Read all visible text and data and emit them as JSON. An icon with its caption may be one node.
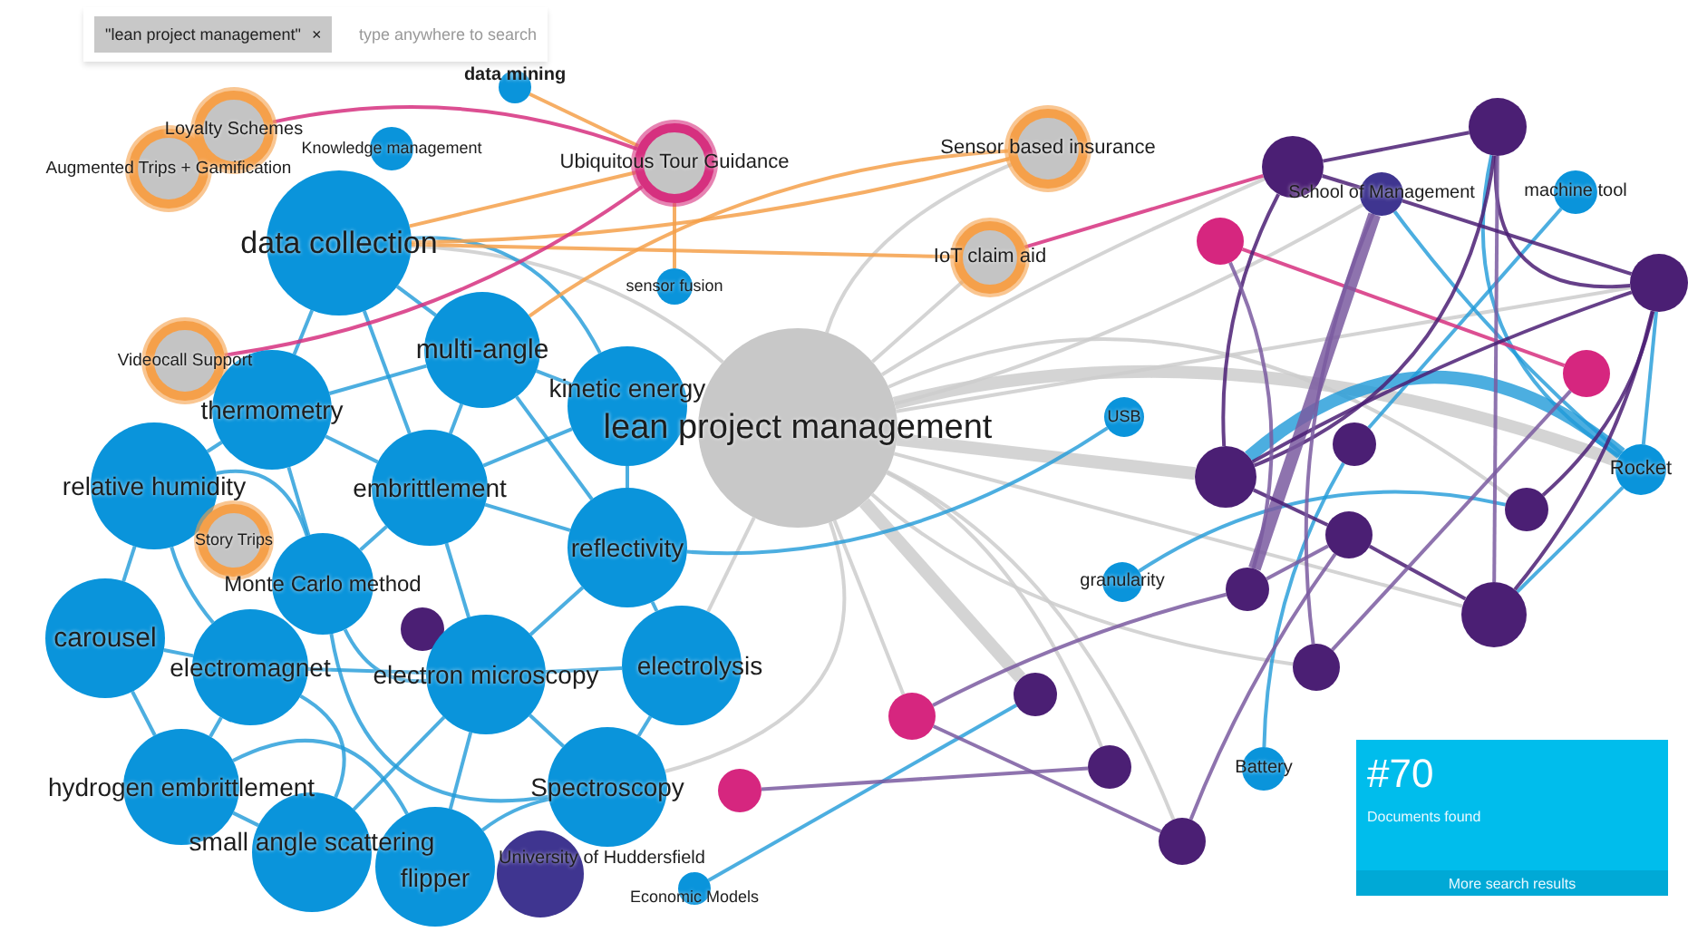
{
  "diagram": {
    "nodes": [
      {
        "text": [
          "data mining"
        ]
      },
      {
        "text": [
          "Loyalty Schemes"
        ]
      },
      {
        "text": [
          "Augmented Trips + Gamification"
        ]
      },
      {
        "text": [
          "Knowledge management"
        ]
      },
      {
        "text": [
          "Ubiquitous Tour Guidance"
        ]
      },
      {
        "text": [
          "Sensor based insurance"
        ]
      },
      {
        "text": [
          "data collection"
        ]
      },
      {
        "text": [
          "IoT claim aid"
        ]
      },
      {
        "text": [
          "sensor fusion"
        ]
      },
      {
        "text": [
          "Videocall Support"
        ]
      },
      {
        "text": [
          "multi-angle"
        ]
      },
      {
        "text": [
          "thermometry"
        ]
      },
      {
        "text": [
          "kinetic energy"
        ]
      },
      {
        "text": [
          "lean project management"
        ]
      },
      {
        "text": [
          "USB"
        ]
      },
      {
        "text": [
          "relative humidity"
        ]
      },
      {
        "text": [
          "embrittlement"
        ]
      },
      {
        "text": [
          "reflectivity"
        ]
      },
      {
        "text": [
          "Story Trips"
        ]
      },
      {
        "text": [
          "Monte Carlo method"
        ]
      },
      {
        "text": [],
        "shape": "circle"
      },
      {
        "text": [
          "carousel"
        ]
      },
      {
        "text": [
          "electromagnet"
        ]
      },
      {
        "text": [
          "electron microscopy"
        ]
      },
      {
        "text": [
          "electrolysis"
        ]
      },
      {
        "text": [
          "hydrogen embrittlement"
        ]
      },
      {
        "text": [
          "Spectroscopy"
        ]
      },
      {
        "text": [],
        "shape": "circle"
      },
      {
        "text": [
          "small angle scattering"
        ]
      },
      {
        "text": [
          "flipper"
        ]
      },
      {
        "text": [
          "University of Huddersfield"
        ]
      },
      {
        "text": [
          "Economic Models"
        ]
      },
      {
        "text": [],
        "shape": "circle"
      },
      {
        "text": [],
        "shape": "circle"
      },
      {
        "text": [
          "School of Management"
        ]
      },
      {
        "text": [
          "machine tool"
        ]
      },
      {
        "text": [],
        "shape": "circle"
      },
      {
        "text": [],
        "shape": "circle"
      },
      {
        "text": [],
        "shape": "circle"
      },
      {
        "text": [],
        "shape": "circle"
      },
      {
        "text": [],
        "shape": "circle"
      },
      {
        "text": [
          "Rocket"
        ]
      },
      {
        "text": [],
        "shape": "circle"
      },
      {
        "text": [],
        "shape": "circle"
      },
      {
        "text": [
          "granularity"
        ]
      },
      {
        "text": [],
        "shape": "circle"
      },
      {
        "text": [],
        "shape": "circle"
      },
      {
        "text": [],
        "shape": "circle"
      },
      {
        "text": [],
        "shape": "circle"
      },
      {
        "text": [],
        "shape": "circle"
      },
      {
        "text": [],
        "shape": "circle"
      },
      {
        "text": [
          "Battery"
        ]
      },
      {
        "text": [],
        "shape": "circle"
      }
    ],
    "edges": [
      {
        "from": 13,
        "to": 6,
        "arrow": "none",
        "color": "#cccccc"
      },
      {
        "from": 13,
        "to": 5,
        "arrow": "none",
        "color": "#cccccc"
      },
      {
        "from": 13,
        "to": 7,
        "arrow": "none",
        "color": "#cccccc"
      },
      {
        "from": 13,
        "to": 32,
        "arrow": "none",
        "color": "#cccccc"
      },
      {
        "from": 13,
        "to": 34,
        "arrow": "none",
        "color": "#cccccc"
      },
      {
        "from": 13,
        "to": 37,
        "arrow": "none",
        "color": "#cccccc"
      },
      {
        "from": 13,
        "to": 40,
        "arrow": "none",
        "color": "#cccccc",
        "style": "thick"
      },
      {
        "from": 13,
        "to": 41,
        "arrow": "none",
        "color": "#cccccc",
        "style": "thick"
      },
      {
        "from": 13,
        "to": 42,
        "arrow": "none",
        "color": "#cccccc"
      },
      {
        "from": 13,
        "to": 46,
        "arrow": "none",
        "color": "#cccccc"
      },
      {
        "from": 13,
        "to": 47,
        "arrow": "none",
        "color": "#cccccc"
      },
      {
        "from": 13,
        "to": 49,
        "arrow": "none",
        "color": "#cccccc",
        "style": "thick"
      },
      {
        "from": 13,
        "to": 50,
        "arrow": "none",
        "color": "#cccccc"
      },
      {
        "from": 13,
        "to": 52,
        "arrow": "none",
        "color": "#cccccc"
      },
      {
        "from": 13,
        "to": 48,
        "arrow": "none",
        "color": "#cccccc"
      },
      {
        "from": 13,
        "to": 26,
        "arrow": "none",
        "color": "#cccccc"
      },
      {
        "from": 13,
        "to": 24,
        "arrow": "none",
        "color": "#cccccc"
      },
      {
        "from": 6,
        "to": 10,
        "arrow": "none"
      },
      {
        "from": 6,
        "to": 11,
        "arrow": "none"
      },
      {
        "from": 6,
        "to": 16,
        "arrow": "none"
      },
      {
        "from": 6,
        "to": 12,
        "arrow": "none"
      },
      {
        "from": 10,
        "to": 11,
        "arrow": "none"
      },
      {
        "from": 10,
        "to": 12,
        "arrow": "none"
      },
      {
        "from": 10,
        "to": 16,
        "arrow": "none"
      },
      {
        "from": 10,
        "to": 17,
        "arrow": "none"
      },
      {
        "from": 11,
        "to": 15,
        "arrow": "none"
      },
      {
        "from": 11,
        "to": 16,
        "arrow": "none"
      },
      {
        "from": 11,
        "to": 19,
        "arrow": "none"
      },
      {
        "from": 12,
        "to": 16,
        "arrow": "none"
      },
      {
        "from": 12,
        "to": 17,
        "arrow": "none"
      },
      {
        "from": 15,
        "to": 21,
        "arrow": "none"
      },
      {
        "from": 15,
        "to": 22,
        "arrow": "none"
      },
      {
        "from": 15,
        "to": 19,
        "arrow": "none"
      },
      {
        "from": 16,
        "to": 17,
        "arrow": "none"
      },
      {
        "from": 16,
        "to": 19,
        "arrow": "none"
      },
      {
        "from": 16,
        "to": 23,
        "arrow": "none"
      },
      {
        "from": 17,
        "to": 23,
        "arrow": "none"
      },
      {
        "from": 17,
        "to": 24,
        "arrow": "none"
      },
      {
        "from": 19,
        "to": 23,
        "arrow": "none"
      },
      {
        "from": 19,
        "to": 26,
        "arrow": "none"
      },
      {
        "from": 21,
        "to": 22,
        "arrow": "none"
      },
      {
        "from": 21,
        "to": 25,
        "arrow": "none"
      },
      {
        "from": 22,
        "to": 25,
        "arrow": "none"
      },
      {
        "from": 22,
        "to": 23,
        "arrow": "none"
      },
      {
        "from": 22,
        "to": 28,
        "arrow": "none"
      },
      {
        "from": 23,
        "to": 24,
        "arrow": "none"
      },
      {
        "from": 23,
        "to": 26,
        "arrow": "none"
      },
      {
        "from": 23,
        "to": 29,
        "arrow": "none"
      },
      {
        "from": 23,
        "to": 28,
        "arrow": "none"
      },
      {
        "from": 24,
        "to": 26,
        "arrow": "none"
      },
      {
        "from": 26,
        "to": 29,
        "arrow": "none"
      },
      {
        "from": 25,
        "to": 28,
        "arrow": "none"
      },
      {
        "from": 25,
        "to": 29,
        "arrow": "none"
      },
      {
        "from": 14,
        "to": 17,
        "arrow": "none"
      },
      {
        "from": 44,
        "to": 42,
        "arrow": "none"
      },
      {
        "from": 40,
        "to": 41,
        "arrow": "none",
        "style": "thick"
      },
      {
        "from": 35,
        "to": 39,
        "arrow": "none"
      },
      {
        "from": 34,
        "to": 41,
        "arrow": "none"
      },
      {
        "from": 33,
        "to": 41,
        "arrow": "none"
      },
      {
        "from": 41,
        "to": 46,
        "arrow": "none"
      },
      {
        "from": 37,
        "to": 41,
        "arrow": "none"
      },
      {
        "from": 51,
        "to": 39,
        "arrow": "none"
      },
      {
        "from": 31,
        "to": 49,
        "arrow": "none"
      },
      {
        "from": 4,
        "to": 6,
        "arrow": "none",
        "color": "#f5a04a"
      },
      {
        "from": 4,
        "to": 8,
        "arrow": "none",
        "color": "#f5a04a"
      },
      {
        "from": 5,
        "to": 6,
        "arrow": "none",
        "color": "#f5a04a"
      },
      {
        "from": 7,
        "to": 6,
        "arrow": "none",
        "color": "#f5a04a"
      },
      {
        "from": 5,
        "to": 10,
        "arrow": "none",
        "color": "#f5a04a"
      },
      {
        "from": 0,
        "to": 4,
        "arrow": "none",
        "color": "#f5a04a"
      },
      {
        "from": 1,
        "to": 4,
        "arrow": "none",
        "color": "#d6307f"
      },
      {
        "from": 9,
        "to": 4,
        "arrow": "none",
        "color": "#d6307f"
      },
      {
        "from": 7,
        "to": 32,
        "arrow": "none",
        "color": "#d6307f"
      },
      {
        "from": 36,
        "to": 38,
        "arrow": "none",
        "color": "#d6307f"
      },
      {
        "from": 32,
        "to": 33,
        "arrow": "none",
        "color": "#4b1f74"
      },
      {
        "from": 32,
        "to": 34,
        "arrow": "none",
        "color": "#4b1f74"
      },
      {
        "from": 32,
        "to": 40,
        "arrow": "none",
        "color": "#4b1f74"
      },
      {
        "from": 33,
        "to": 40,
        "arrow": "none",
        "color": "#4b1f74"
      },
      {
        "from": 33,
        "to": 37,
        "arrow": "none",
        "color": "#4b1f74"
      },
      {
        "from": 33,
        "to": 46,
        "arrow": "none",
        "color": "#7a5aa0"
      },
      {
        "from": 34,
        "to": 37,
        "arrow": "none",
        "color": "#4b1f74"
      },
      {
        "from": 34,
        "to": 45,
        "arrow": "none",
        "color": "#7a5aa0",
        "style": "thick"
      },
      {
        "from": 37,
        "to": 40,
        "arrow": "none",
        "color": "#4b1f74"
      },
      {
        "from": 37,
        "to": 46,
        "arrow": "none",
        "color": "#4b1f74"
      },
      {
        "from": 40,
        "to": 43,
        "arrow": "none",
        "color": "#4b1f74"
      },
      {
        "from": 43,
        "to": 46,
        "arrow": "none",
        "color": "#4b1f74"
      },
      {
        "from": 42,
        "to": 37,
        "arrow": "none",
        "color": "#4b1f74"
      },
      {
        "from": 36,
        "to": 45,
        "arrow": "none",
        "color": "#7a5aa0"
      },
      {
        "from": 38,
        "to": 47,
        "arrow": "none",
        "color": "#7a5aa0"
      },
      {
        "from": 43,
        "to": 52,
        "arrow": "none",
        "color": "#7a5aa0"
      },
      {
        "from": 43,
        "to": 45,
        "arrow": "none",
        "color": "#7a5aa0"
      },
      {
        "from": 45,
        "to": 48,
        "arrow": "none",
        "color": "#7a5aa0"
      },
      {
        "from": 48,
        "to": 52,
        "arrow": "none",
        "color": "#7a5aa0"
      },
      {
        "from": 27,
        "to": 50,
        "arrow": "none",
        "color": "#7a5aa0"
      },
      {
        "from": 34,
        "to": 47,
        "arrow": "none",
        "color": "#7a5aa0"
      }
    ],
    "labels": [
      "\"lean project management\"",
      "×",
      "type anywhere to search",
      "#70",
      "Documents found",
      "More search results"
    ]
  }
}
